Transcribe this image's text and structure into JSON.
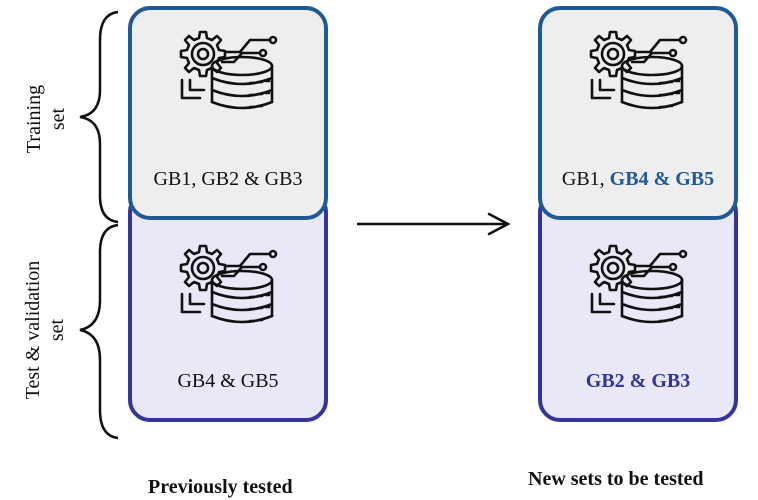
{
  "side_labels": {
    "training": [
      "Training",
      "set"
    ],
    "test": [
      "Test & validation",
      "set"
    ]
  },
  "previous": {
    "train_label": "GB1, GB2 & GB3",
    "test_label": "GB4 & GB5",
    "caption": "Previously tested"
  },
  "new": {
    "train_label_plain": "GB1, ",
    "train_label_highlight": "GB4 & GB5",
    "test_label": "GB2 & GB3",
    "caption": "New sets to be tested"
  },
  "colors": {
    "training_border": "#1f5a96",
    "test_border": "#34349a",
    "training_fill": "#eeeeee",
    "test_fill": "#e9e8f7"
  },
  "icons": [
    "database-gear-icon"
  ]
}
